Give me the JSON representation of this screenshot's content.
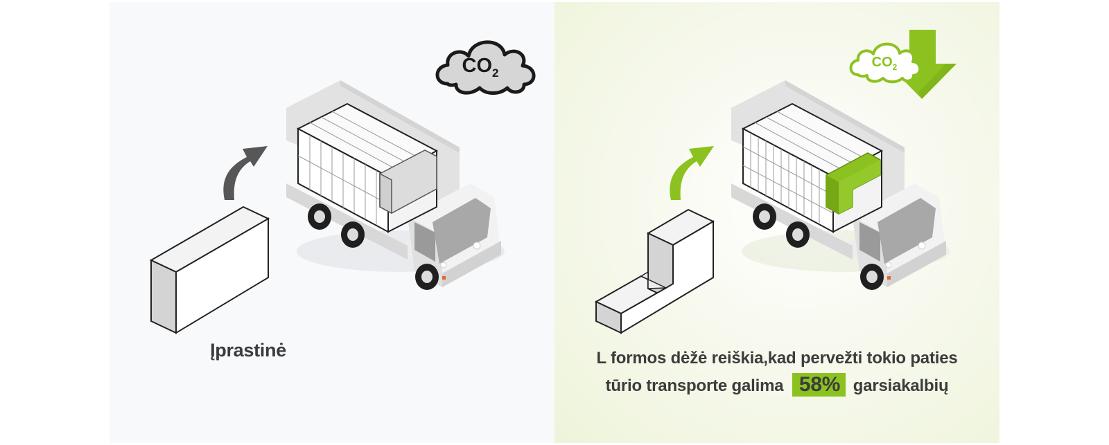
{
  "left": {
    "caption": "Įprastinė",
    "co2_label": "CO",
    "co2_subscript": "2"
  },
  "right": {
    "caption_line1": "L formos dėžė reiškia,kad pervežti tokio paties",
    "caption_line2_before": "tūrio transporte galima",
    "percent": "58%",
    "caption_line2_after": "garsiakalbių",
    "co2_label": "CO",
    "co2_subscript": "2"
  },
  "colors": {
    "accent_green": "#8cc21f",
    "arrow_dark": "#555555",
    "left_background": "#f8f9fa",
    "right_background": "#eef4da",
    "text": "#3c3c3c"
  },
  "icons": [
    "co2-cloud-icon",
    "curved-arrow-icon",
    "down-arrow-icon",
    "truck-icon",
    "box-icon",
    "l-box-icon"
  ]
}
